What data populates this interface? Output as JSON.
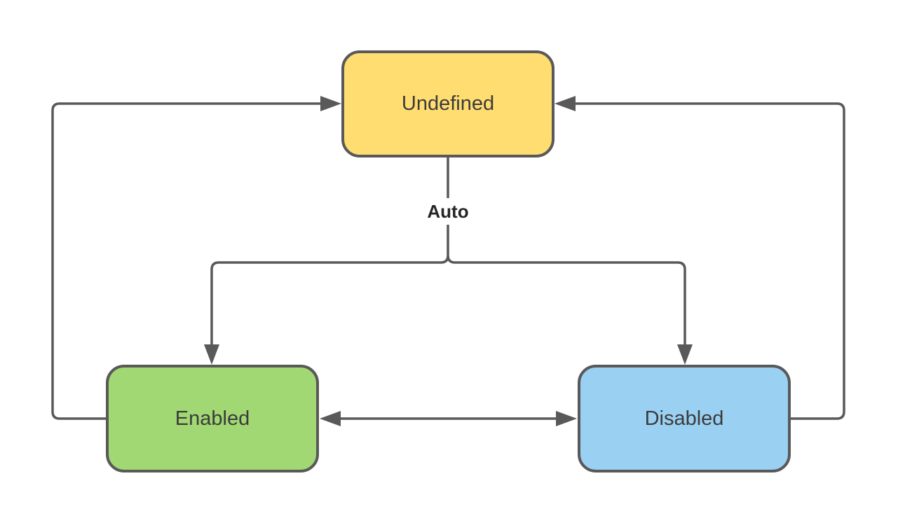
{
  "diagram": {
    "nodes": [
      {
        "id": "undefined",
        "label": "Undefined",
        "fill": "#FFDD71"
      },
      {
        "id": "enabled",
        "label": "Enabled",
        "fill": "#A2D873"
      },
      {
        "id": "disabled",
        "label": "Disabled",
        "fill": "#9AD1F2"
      }
    ],
    "edge_label": "Auto",
    "edges": [
      {
        "from": "Undefined",
        "to": "Enabled",
        "label": "Auto"
      },
      {
        "from": "Undefined",
        "to": "Disabled",
        "label": "Auto"
      },
      {
        "from": "Enabled",
        "to": "Disabled",
        "label": ""
      },
      {
        "from": "Disabled",
        "to": "Enabled",
        "label": ""
      },
      {
        "from": "Enabled",
        "to": "Undefined",
        "label": ""
      },
      {
        "from": "Disabled",
        "to": "Undefined",
        "label": ""
      }
    ],
    "colors": {
      "node_border": "#595959",
      "edge_line": "#595959",
      "node_text": "#3B3B3B",
      "edge_label_text": "#262626",
      "background": "#FFFFFF"
    }
  }
}
